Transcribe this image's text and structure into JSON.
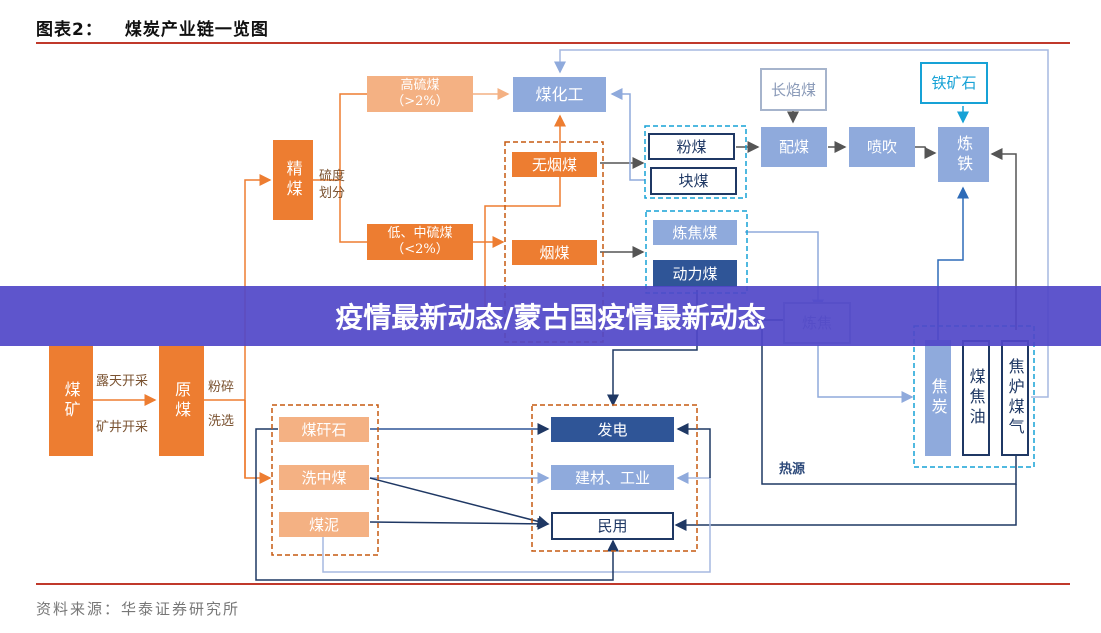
{
  "header": {
    "figure_number": "图表2：",
    "title": "煤炭产业链一览图"
  },
  "banner": {
    "text": "疫情最新动态/蒙古国疫情最新动态"
  },
  "source": "资料来源：华泰证券研究所",
  "colors": {
    "accent_rule": "#c0392b",
    "orange_dark": "#ed7d31",
    "orange_light": "#f4b183",
    "blue_mid": "#8faadc",
    "blue_dark": "#2f5597",
    "navy": "#1f3864",
    "cyan": "#17a2d6",
    "banner": "#5046c8"
  },
  "nodes": {
    "coal_mine": "煤矿",
    "raw_coal": "原煤",
    "clean_coal": "精煤",
    "high_sulfur": "高硫煤",
    "high_sulfur_pct": "（>2%）",
    "low_mid_sulfur": "低、中硫煤",
    "low_mid_sulfur_pct": "（<2%）",
    "coal_chemical": "煤化工",
    "anthracite": "无烟煤",
    "bituminous": "烟煤",
    "pulverized_coal": "粉煤",
    "lump_coal": "块煤",
    "coking_coal": "炼焦煤",
    "thermal_coal": "动力煤",
    "long_flame_coal": "长焰煤",
    "blending": "配煤",
    "injection": "喷吹",
    "iron_ore": "铁矿石",
    "ironmaking": "炼铁",
    "coking": "炼焦",
    "coke": "焦炭",
    "coal_tar": "煤焦油",
    "coke_oven_gas": "焦炉煤气",
    "coal_gangue": "煤矸石",
    "middlings": "洗中煤",
    "coal_slime": "煤泥",
    "power_generation": "发电",
    "building_industry": "建材、工业",
    "civil_use": "民用"
  },
  "edge_labels": {
    "open_pit": "露天开采",
    "underground": "矿井开采",
    "crushing": "粉碎",
    "washing": "洗选",
    "sulfur_division_1": "硫度",
    "sulfur_division_2": "划分",
    "heat_source": "热源"
  }
}
